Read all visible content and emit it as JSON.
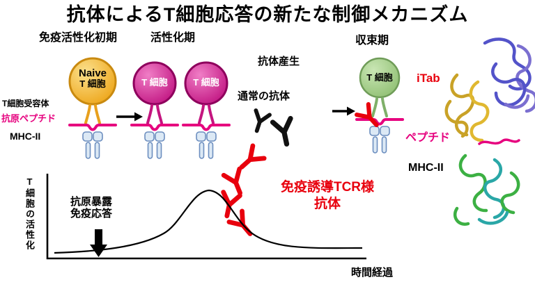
{
  "title": "抗体によるT細胞応答の新たな制御メカニズム",
  "phases": {
    "early": "免疫活性化初期",
    "activation": "活性化期",
    "resolution": "収束期"
  },
  "cells": {
    "naive": {
      "line1": "Naive",
      "line2": "T 細胞"
    },
    "activated1": {
      "label": "T 細胞"
    },
    "activated2": {
      "label": "T 細胞"
    },
    "resolution": {
      "label": "T 細胞"
    }
  },
  "receptor_labels": {
    "tcr": "T細胞受容体",
    "antigen_peptide": "抗原ペプチド",
    "mhc": "MHC-II"
  },
  "middle": {
    "antibody_production": "抗体産生",
    "normal_antibody": "通常の抗体",
    "itab_line1": "免疫誘導TCR様",
    "itab_line2": "抗体"
  },
  "right_panel": {
    "itab": "iTab",
    "peptide": "ペプチド",
    "mhc": "MHC-II"
  },
  "graph": {
    "ylabel": "T細胞の活性化",
    "xlabel": "時間経過",
    "annotation_line1": "抗原暴露",
    "annotation_line2": "免疫応答",
    "curve_shape": "single bell curve of T cell activation over time, peak mid-timeline"
  },
  "icons": [
    "tcell-receptor-icon",
    "antigen-peptide-icon",
    "mhc-molecule-icon",
    "antibody-y-icon",
    "right-arrow-icon",
    "down-arrow-icon",
    "protein-ribbon-structure"
  ],
  "colors": {
    "magenta_peptide": "#E6007E",
    "red_itab": "#E8000D",
    "naive_orange": "#EDA417",
    "activated_pink": "#C4157F",
    "resolution_green": "#8FBF72",
    "mhc_blue": "#DCE9F5",
    "black": "#000000"
  }
}
